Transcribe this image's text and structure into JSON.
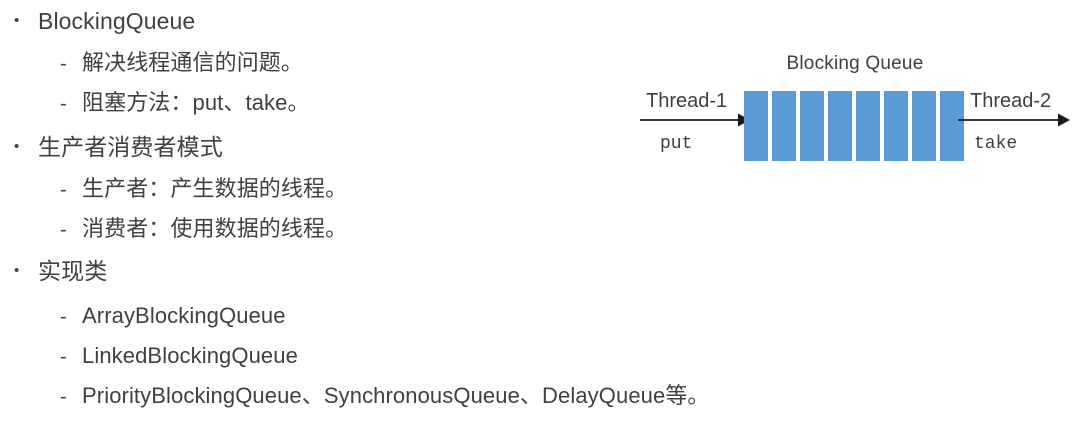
{
  "slide": {
    "outline": [
      {
        "marker": "•",
        "text": "BlockingQueue",
        "children": [
          {
            "marker": "-",
            "text": "解决线程通信的问题。"
          },
          {
            "marker": "-",
            "text": "阻塞方法：put、take。"
          }
        ]
      },
      {
        "marker": "•",
        "text": "生产者消费者模式",
        "children": [
          {
            "marker": "-",
            "text": "生产者：产生数据的线程。"
          },
          {
            "marker": "-",
            "text": "消费者：使用数据的线程。"
          }
        ]
      },
      {
        "marker": "•",
        "text": "实现类",
        "children": [
          {
            "marker": "-",
            "text": "ArrayBlockingQueue"
          },
          {
            "marker": "-",
            "text": "LinkedBlockingQueue"
          },
          {
            "marker": "-",
            "text": "PriorityBlockingQueue、SynchronousQueue、DelayQueue等。"
          }
        ]
      }
    ],
    "diagram": {
      "title": "Blocking Queue",
      "producer_label": "Thread-1",
      "producer_operation": "put",
      "consumer_label": "Thread-2",
      "consumer_operation": "take",
      "cell_count": 8,
      "cell_color": "#5B9BD5",
      "arrow_color": "#1a1a1a"
    }
  },
  "colors": {
    "text": "#404040",
    "diagram_text": "#3f3f3f",
    "queue_fill": "#5B9BD5",
    "background": "#ffffff"
  }
}
